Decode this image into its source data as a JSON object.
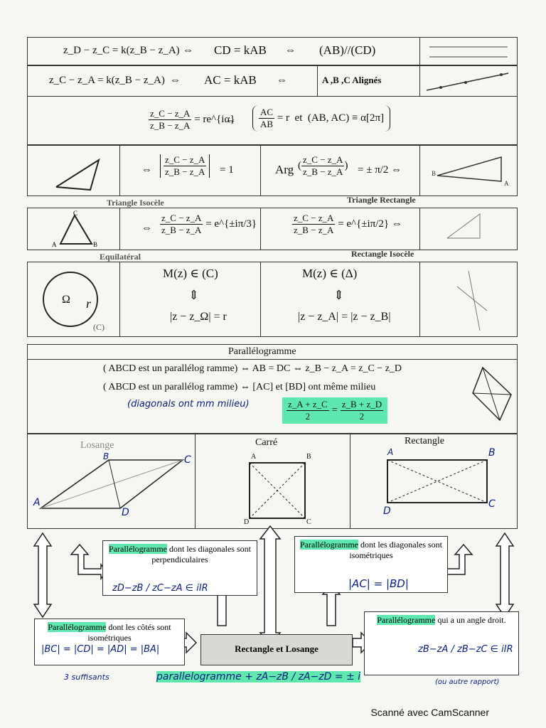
{
  "rows": {
    "r1": {
      "f1": "z_D − z_C = k(z_B − z_A)",
      "f2": "CD = kAB",
      "f3": "(AB)//(CD)",
      "eq": "⇔"
    },
    "r2": {
      "f1": "z_C − z_A = k(z_B − z_A)",
      "f2": "AC = kAB",
      "f3": "A ,B ,C Alignés",
      "eq": "⇔"
    },
    "r3": {
      "lhs_n": "z_C − z_A",
      "lhs_d": "z_B − z_A",
      "rhs": "= re^{iα}",
      "eq": "⇔",
      "sys_a_n": "AC",
      "sys_a_d": "AB",
      "sys_a_r": "= r",
      "sys_et": "et",
      "sys_b": "(AB, AC) ≡ α[2π]"
    },
    "r4": {
      "abs_n": "z_C − z_A",
      "abs_d": "z_B − z_A",
      "abs_r": "= 1",
      "arg": "Arg",
      "arg_r": "= ± π/2 ⇔",
      "eq": "⇔"
    },
    "labels1": {
      "iso": "Triangle Isocèle",
      "rect": "Triangle Rectangle"
    },
    "r5": {
      "e1_n": "z_C − z_A",
      "e1_d": "z_B − z_A",
      "e1_r": "= e^{±iπ/3}",
      "e2_n": "z_C − z_A",
      "e2_d": "z_B − z_A",
      "e2_r": "= e^{±iπ/2} ⇔",
      "eq": "⇔"
    },
    "labels2": {
      "equi": "Equilatéral",
      "rectiso": "Rectangle Isocèle"
    },
    "r6": {
      "c1": "M(z) ∈ (C)",
      "c2": "|z − z_Ω| = r",
      "d1": "M(z) ∈ (Δ)",
      "d2": "|z − z_A| = |z − z_B|",
      "arrow": "⇕",
      "circle_lbl": "(C)",
      "omega": "Ω",
      "r": "r"
    }
  },
  "para": {
    "title": "Parallélogramme",
    "l1": "( ABCD  est un parallélog ramme) ⇔ AB = DC ⇔ z_B − z_A = z_C − z_D",
    "l2": "( ABCD  est un parallélog ramme) ⇔ [AC] et [BD] ont même milieu",
    "hand": "(diagonals ont mm milieu)",
    "mid_l_n": "z_A + z_C",
    "mid_r_n": "z_B + z_D",
    "mid_d": "2",
    "eq": "="
  },
  "shapes": {
    "losange": "Losange",
    "carre": "Carré",
    "rectangle": "Rectangle",
    "pts": {
      "A": "A",
      "B": "B",
      "C": "C",
      "D": "D"
    }
  },
  "diagram": {
    "n1_a": "Parallélogramme",
    "n1_b": " dont les diagonales sont perpendiculaires",
    "n1_hand": "zD−zB / zC−zA ∈ iIR",
    "n2_a": "Parallélogramme",
    "n2_b": " dont les diagonales sont isométriques",
    "n2_hand": "|AC| = |BD|",
    "n3_a": "Parallélogramme",
    "n3_b": " dont les côtés sont isométriques",
    "n3_hand": "|BC| = |CD| = |AD| = |BA|",
    "n3_hand2": "3 suffisants",
    "n4_a": "Parallélogramme",
    "n4_b": " qui a un angle droit.",
    "n4_hand": "zB−zA / zB−zC ∈ iIR",
    "n4_hand2": "(ou autre rapport)",
    "center": "Rectangle     et     Losange",
    "bottom": "parallelogramme + zA−zB / zA−zD = ± i"
  },
  "footer": "Scanné avec CamScanner"
}
